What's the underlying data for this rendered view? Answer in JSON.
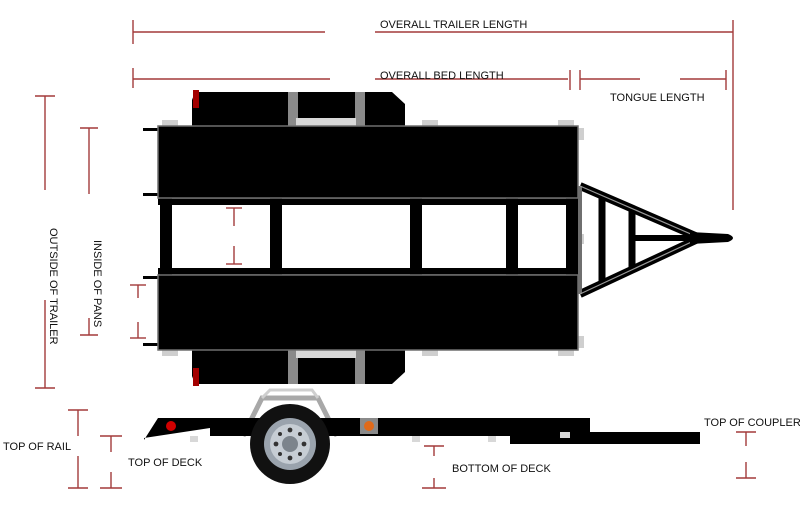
{
  "labels": {
    "overall_trailer_length": "OVERALL TRAILER LENGTH",
    "overall_bed_length": "OVERALL BED LENGTH",
    "tongue_length": "TONGUE LENGTH",
    "outside_of_trailer": "OUTSIDE OF TRAILER",
    "inside_of_pans": "INSIDE OF PANS",
    "top_of_rail": "TOP OF RAIL",
    "top_of_deck": "TOP OF DECK",
    "bottom_of_deck": "BOTTOM OF DECK",
    "top_of_coupler": "TOP OF COUPLER"
  },
  "colors": {
    "dimension_line": "#a33a3a",
    "trailer_body": "#000000",
    "frame_edge": "#6f6f6f",
    "light_red": "#d10000",
    "light_amber": "#e06a1a"
  }
}
